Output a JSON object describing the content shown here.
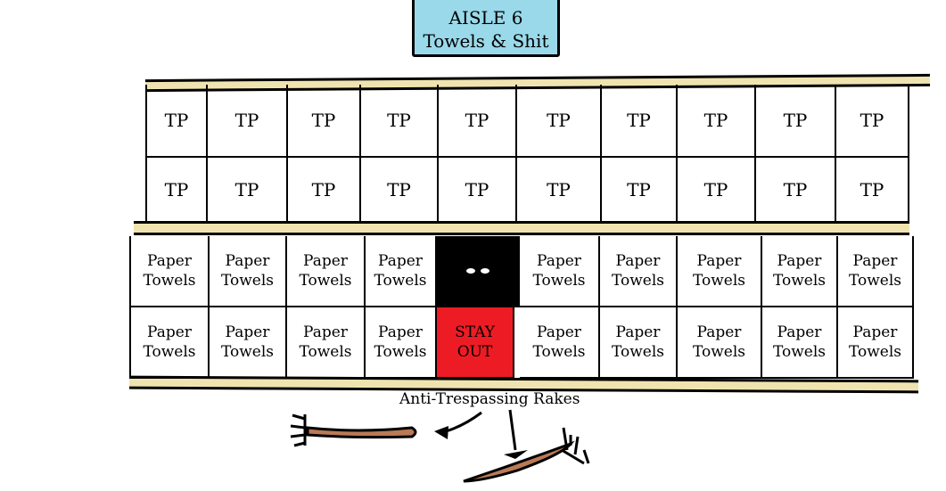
{
  "sign": {
    "line1": "AISLE 6",
    "line2": "Towels & Shit"
  },
  "shelves": {
    "tp_rows": [
      [
        "TP",
        "TP",
        "TP",
        "TP",
        "TP",
        "TP",
        "TP",
        "TP",
        "TP",
        "TP"
      ],
      [
        "TP",
        "TP",
        "TP",
        "TP",
        "TP",
        "TP",
        "TP",
        "TP",
        "TP",
        "TP"
      ]
    ],
    "towel_rows": [
      [
        "Paper Towels",
        "Paper Towels",
        "Paper Towels",
        "Paper Towels",
        "",
        "Paper Towels",
        "Paper Towels",
        "Paper Towels",
        "Paper Towels",
        "Paper Towels"
      ],
      [
        "Paper Towels",
        "Paper Towels",
        "Paper Towels",
        "Paper Towels",
        "STAY OUT",
        "Paper Towels",
        "Paper Towels",
        "Paper Towels",
        "Paper Towels",
        "Paper Towels"
      ]
    ]
  },
  "annotation": {
    "label": "Anti-Trespassing Rakes"
  },
  "colors": {
    "sign": "#99d9ea",
    "plank": "#efe4b0",
    "stay_out": "#ed1c24",
    "dark_cell": "#000000",
    "rake_handle": "#b97a57"
  }
}
